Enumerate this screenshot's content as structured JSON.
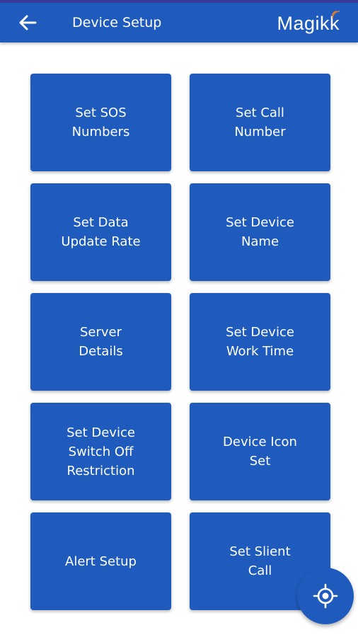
{
  "colors": {
    "primary": "#1f5bbd",
    "status_strip": "#3a3a9a",
    "text_on_primary": "#ffffff",
    "background": "#ffffff"
  },
  "header": {
    "back_icon": "arrow-left-icon",
    "title": "Device Setup",
    "brand": "Magikk"
  },
  "tiles": [
    {
      "label": "Set SOS\nNumbers"
    },
    {
      "label": "Set Call\nNumber"
    },
    {
      "label": "Set Data\nUpdate Rate"
    },
    {
      "label": "Set Device\nName"
    },
    {
      "label": "Server\nDetails"
    },
    {
      "label": "Set Device\nWork Time"
    },
    {
      "label": "Set Device\nSwitch Off\nRestriction"
    },
    {
      "label": "Device Icon\nSet"
    },
    {
      "label": "Alert Setup"
    },
    {
      "label": "Set Slient\nCall"
    }
  ],
  "fab": {
    "icon": "location-target-icon"
  }
}
